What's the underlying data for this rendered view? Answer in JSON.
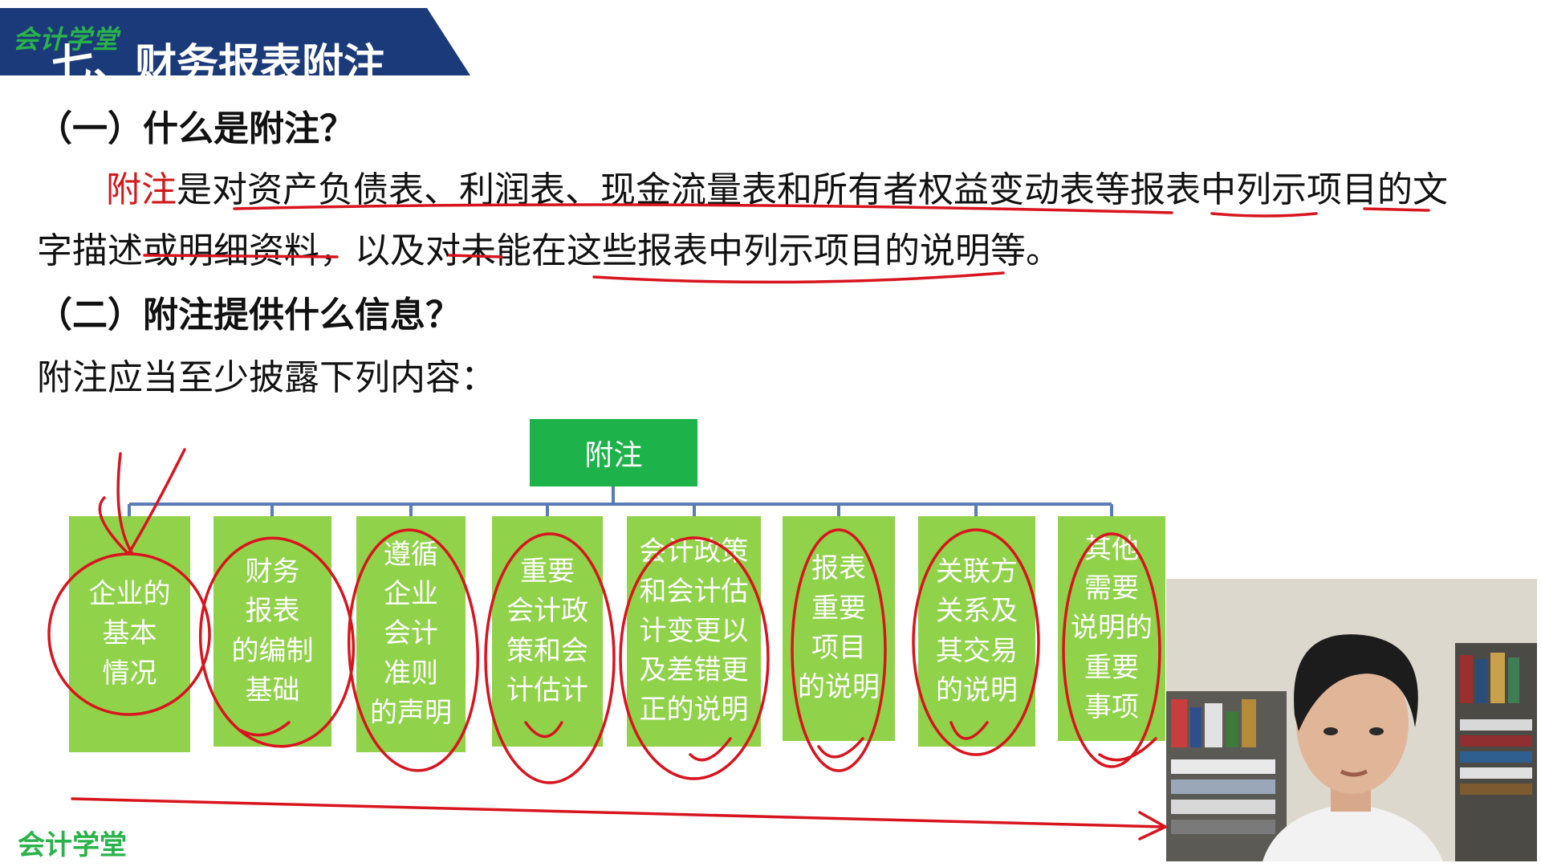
{
  "brand": {
    "logo_text": "会计学堂",
    "accent": "#29b34a"
  },
  "slide": {
    "title": "七、财务报表附注",
    "section1": {
      "heading": "（一）什么是附注？",
      "term": "附注",
      "text_line1": "是对资产负债表、利润表、现金流量表和所有者权益变动表等报表中列示项目的文",
      "text_line2": "字描述或明细资料，以及对未能在这些报表中列示项目的说明等。"
    },
    "section2": {
      "heading": "（二）附注提供什么信息？",
      "intro": "附注应当至少披露下列内容："
    },
    "tree": {
      "root": "附注",
      "root_color": "#1eb24a",
      "child_color": "#90d24a",
      "children": [
        "企业的\n基本\n情况",
        "财务\n报表\n的编制\n基础",
        "遵循\n企业\n会计\n准则\n的声明",
        "重要\n会计政\n策和会\n计估计",
        "会计政策\n和会计估\n计变更以\n及差错更\n正的说明",
        "报表\n重要\n项目\n的说明",
        "关联方\n关系及\n其交易\n的说明",
        "其他\n需要\n说明的\n重要\n事项"
      ]
    }
  },
  "annotation_color": "#d8141e"
}
